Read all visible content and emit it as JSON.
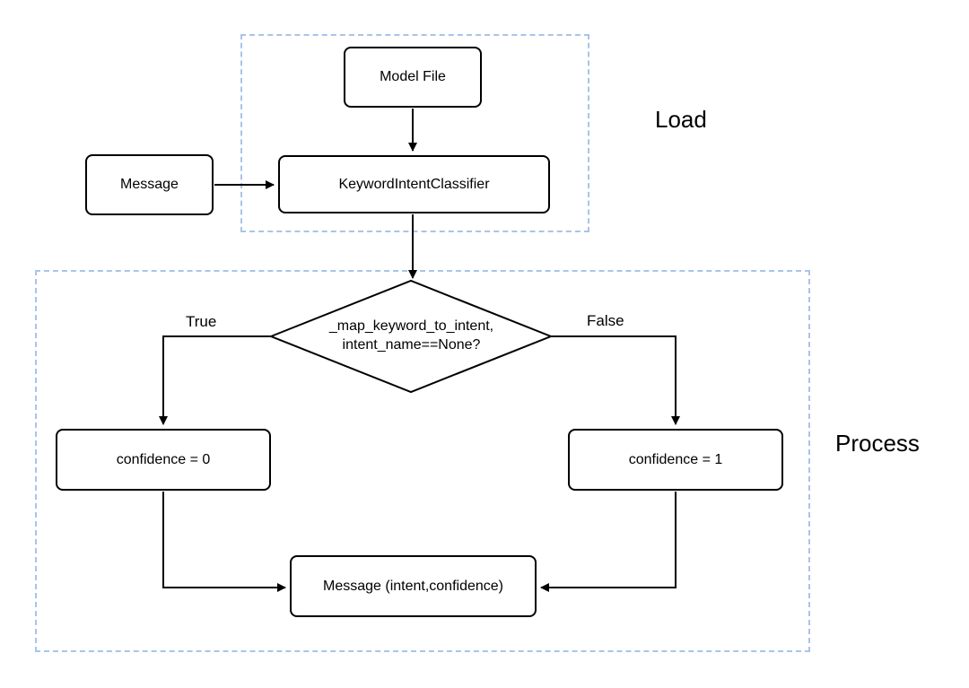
{
  "diagram": {
    "sections": {
      "load": {
        "label": "Load"
      },
      "process": {
        "label": "Process"
      }
    },
    "nodes": {
      "model_file": {
        "label": "Model File"
      },
      "message_in": {
        "label": "Message"
      },
      "classifier": {
        "label": "KeywordIntentClassifier"
      },
      "decision": {
        "label": "_map_keyword_to_intent,\nintent_name==None?"
      },
      "confidence_zero": {
        "label": "confidence = 0"
      },
      "confidence_one": {
        "label": "confidence = 1"
      },
      "message_out": {
        "label": "Message (intent,confidence)"
      }
    },
    "edge_labels": {
      "true_branch": "True",
      "false_branch": "False"
    },
    "colors": {
      "container_border": "#a8c4ea",
      "node_border": "#000000",
      "node_fill": "#ffffff",
      "edge": "#000000",
      "background": "#ffffff"
    }
  }
}
